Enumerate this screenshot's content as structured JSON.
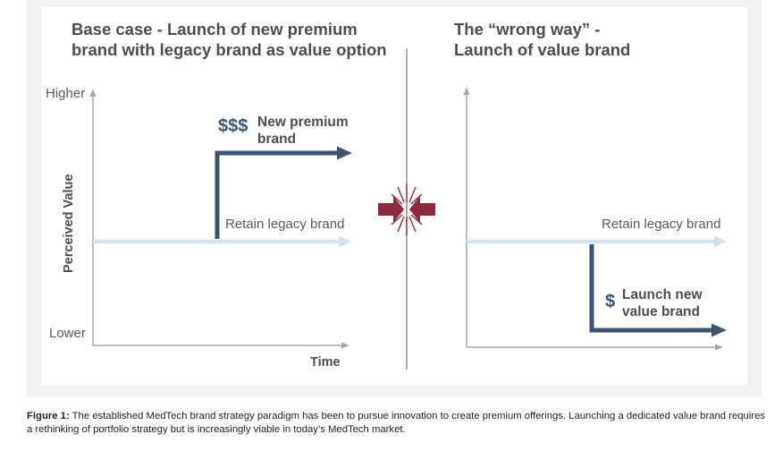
{
  "left_panel": {
    "title_line1": "Base case - Launch of new premium",
    "title_line2": "brand with legacy brand as value option",
    "y_high": "Higher",
    "y_low": "Lower",
    "y_axis": "Perceived Value",
    "x_axis": "Time",
    "premium_price": "$$$",
    "premium_line1": "New premium",
    "premium_line2": "brand",
    "legacy": "Retain legacy brand"
  },
  "right_panel": {
    "title_line1": "The “wrong way” -",
    "title_line2": "Launch of value brand",
    "legacy": "Retain legacy brand",
    "value_price": "$",
    "value_line1": "Launch new",
    "value_line2": "value brand"
  },
  "caption": {
    "label": "Figure 1:",
    "text": " The established MedTech brand strategy paradigm has been to pursue innovation to create premium offerings. Launching a dedicated value brand requires a rethinking of portfolio strategy but is increasingly viable in today’s MedTech market."
  },
  "colors": {
    "navy": "#3d5470",
    "light_blue": "#d6e2ec",
    "maroon": "#8e2a3f",
    "axis": "#a5a5a5"
  },
  "icons": {
    "center": "collision-arrows-icon"
  }
}
